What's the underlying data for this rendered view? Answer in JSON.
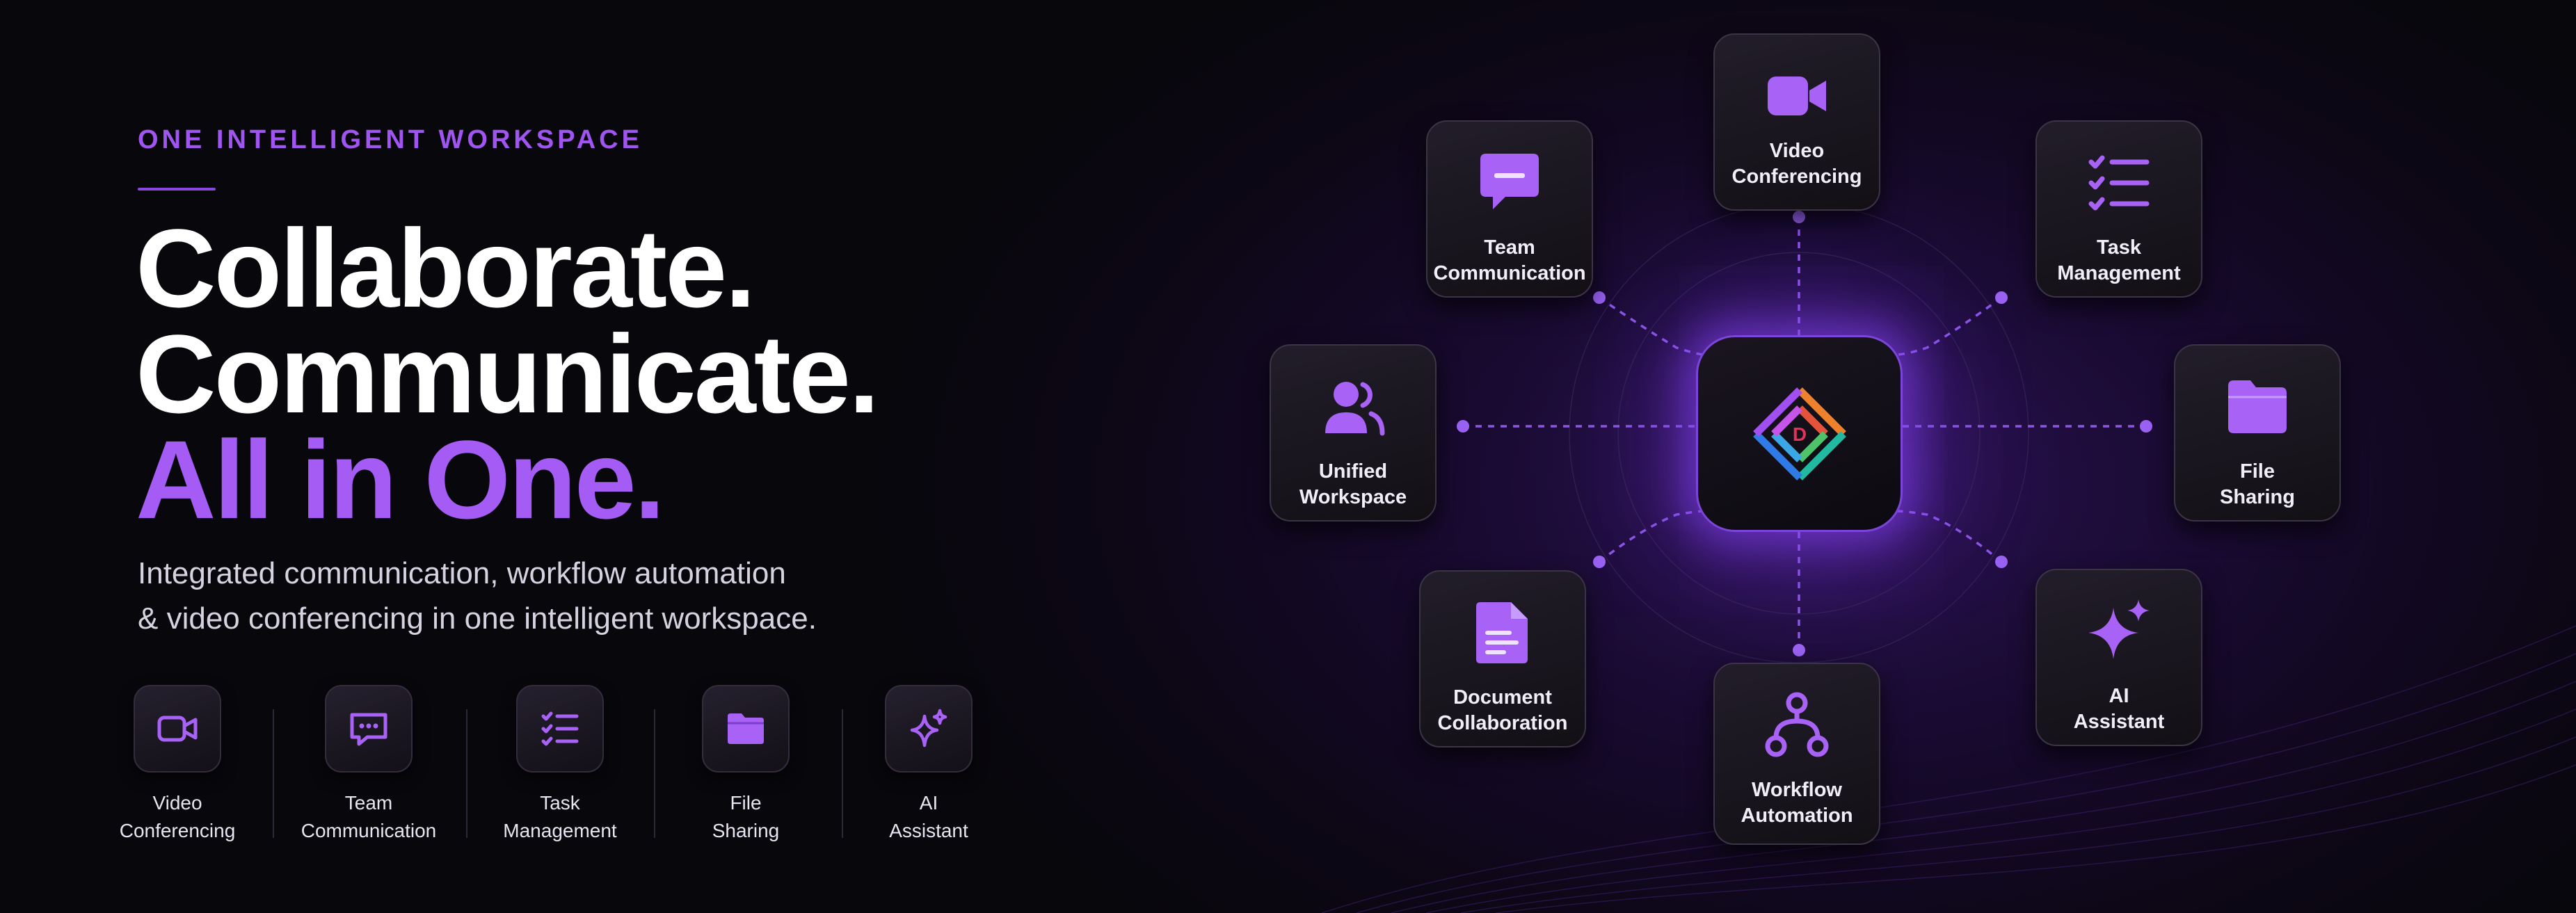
{
  "hero": {
    "eyebrow": "ONE INTELLIGENT WORKSPACE",
    "headline_line1": "Collaborate.",
    "headline_line2": "Communicate.",
    "headline_line3": "All in One.",
    "subtitle_line1": "Integrated communication, workflow automation",
    "subtitle_line2": "& video conferencing in one intelligent workspace."
  },
  "feature_row": [
    {
      "label_line1": "Video",
      "label_line2": "Conferencing",
      "icon": "video-camera-icon"
    },
    {
      "label_line1": "Team",
      "label_line2": "Communication",
      "icon": "chat-bubble-icon"
    },
    {
      "label_line1": "Task",
      "label_line2": "Management",
      "icon": "checklist-icon"
    },
    {
      "label_line1": "File",
      "label_line2": "Sharing",
      "icon": "folder-icon"
    },
    {
      "label_line1": "AI",
      "label_line2": "Assistant",
      "icon": "sparkle-icon"
    }
  ],
  "diagram": {
    "hub": {
      "logo_letter": "D",
      "icon": "app-logo-icon"
    },
    "nodes": [
      {
        "label_line1": "Video",
        "label_line2": "Conferencing",
        "icon": "video-camera-icon"
      },
      {
        "label_line1": "Team",
        "label_line2": "Communication",
        "icon": "chat-bubble-icon"
      },
      {
        "label_line1": "Task",
        "label_line2": "Management",
        "icon": "checklist-icon"
      },
      {
        "label_line1": "Unified",
        "label_line2": "Workspace",
        "icon": "users-icon"
      },
      {
        "label_line1": "File",
        "label_line2": "Sharing",
        "icon": "folder-icon"
      },
      {
        "label_line1": "Document",
        "label_line2": "Collaboration",
        "icon": "document-icon"
      },
      {
        "label_line1": "AI",
        "label_line2": "Assistant",
        "icon": "sparkle-icon"
      },
      {
        "label_line1": "Workflow",
        "label_line2": "Automation",
        "icon": "workflow-icon"
      }
    ]
  },
  "colors": {
    "accent": "#a45cf5",
    "background": "#08070c",
    "icon_purple": "#a862f5"
  }
}
